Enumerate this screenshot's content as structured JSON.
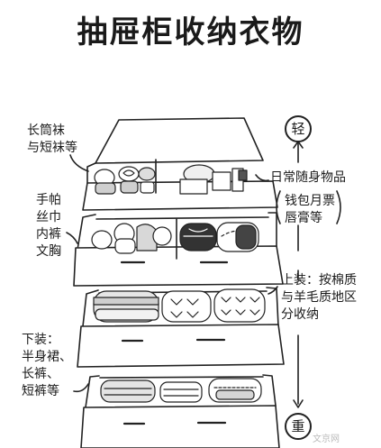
{
  "title": "抽屉柜收纳衣物",
  "annotations": {
    "socks": [
      "长筒袜",
      "与短袜等"
    ],
    "small_items": [
      "手帕",
      "丝巾",
      "内裤",
      "文胸"
    ],
    "daily_items": "日常随身物品",
    "daily_examples": [
      "钱包月票",
      "唇膏等"
    ],
    "tops": [
      "上装：按棉质",
      "与羊毛质地区",
      "分收纳"
    ],
    "bottoms": [
      "下装：",
      "半身裙、",
      "长裤、",
      "短裤等"
    ]
  },
  "weight_scale": {
    "light": "轻",
    "heavy": "重"
  },
  "watermark": "文京网"
}
